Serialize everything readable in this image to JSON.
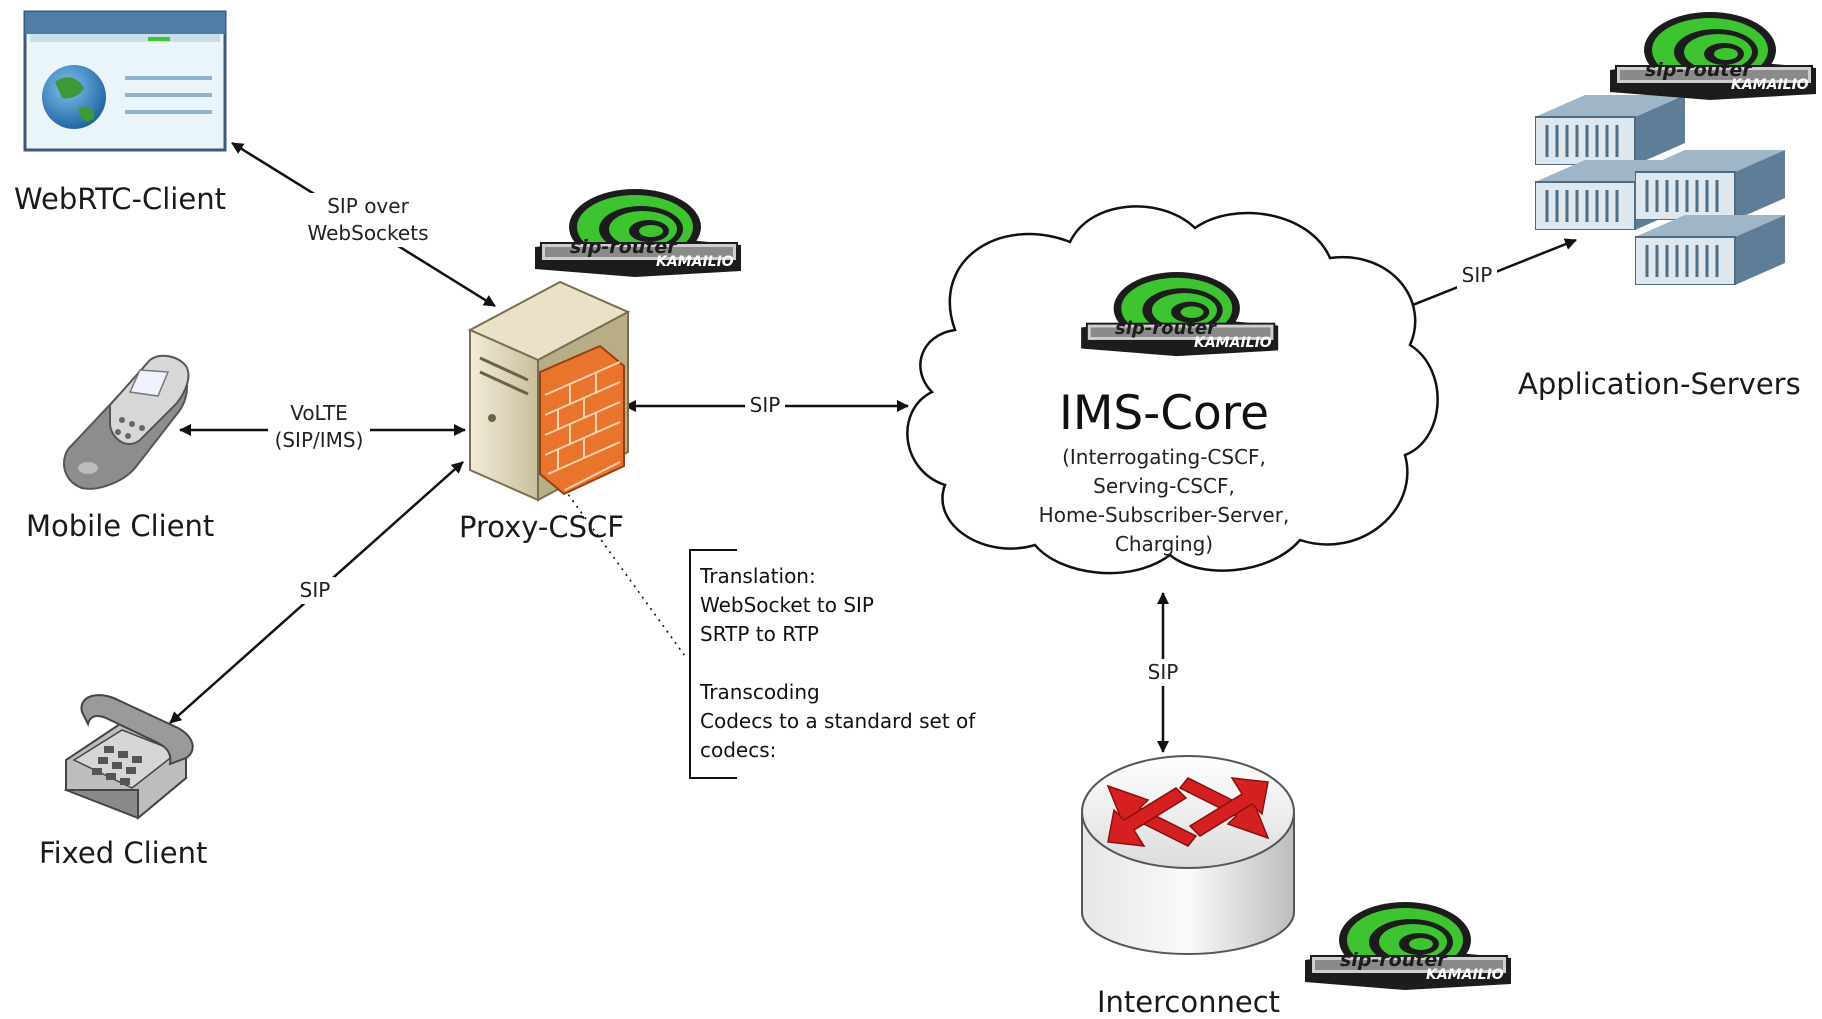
{
  "nodes": {
    "webrtc_client": "WebRTC-Client",
    "mobile_client": "Mobile Client",
    "fixed_client": "Fixed Client",
    "proxy_cscf": "Proxy-CSCF",
    "application_servers": "Application-Servers",
    "interconnect": "Interconnect"
  },
  "ims_core": {
    "title": "IMS-Core",
    "lines": [
      "(Interrogating-CSCF,",
      "Serving-CSCF,",
      "Home-Subscriber-Server,",
      "Charging)"
    ]
  },
  "edges": {
    "webrtc": [
      "SIP over",
      "WebSockets"
    ],
    "mobile": [
      "VoLTE",
      "(SIP/IMS)"
    ],
    "fixed": "SIP",
    "proxy_core": "SIP",
    "core_appservers": "SIP",
    "core_interconnect": "SIP"
  },
  "note": {
    "lines": [
      "Translation:",
      "WebSocket to SIP",
      "SRTP to RTP",
      "",
      "Transcoding",
      "Codecs to a standard set of",
      "codecs:"
    ]
  },
  "logo": {
    "wordmark": "sip-router",
    "brand": "KAMAILIO",
    "colors": {
      "green": "#3ec431",
      "dark": "#1c1c1c",
      "silver": "#cfcfcf"
    }
  },
  "colors": {
    "line": "#111111",
    "firewall": "#e8742e",
    "router_arrow": "#d42020",
    "server_blue": "#4e6d85"
  }
}
